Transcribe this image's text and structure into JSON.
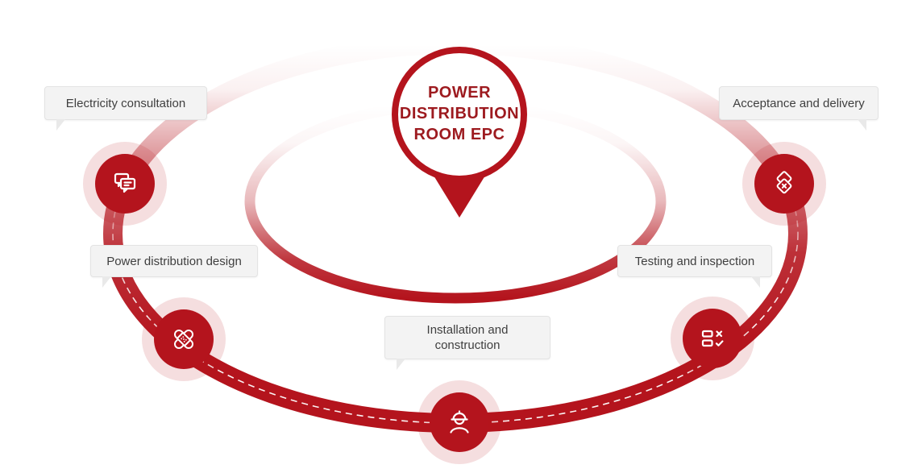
{
  "diagram": {
    "center_title_lines": [
      "POWER",
      "DISTRIBUTION",
      "ROOM EPC"
    ]
  },
  "nodes": [
    {
      "label": "Electricity consultation",
      "icon": "chat-icon"
    },
    {
      "label": "Power distribution design",
      "icon": "bandage-icon"
    },
    {
      "label": "Installation and construction",
      "icon": "construction-worker-icon"
    },
    {
      "label": "Testing and inspection",
      "icon": "checklist-icon"
    },
    {
      "label": "Acceptance and delivery",
      "icon": "handshake-icon"
    }
  ],
  "colors": {
    "primary_red": "#b4141d",
    "center_text_red": "#9d1a1f",
    "halo_pink": "rgba(181,20,29,0.14)",
    "label_background": "#f3f3f3",
    "label_text": "#3f3f3f"
  }
}
